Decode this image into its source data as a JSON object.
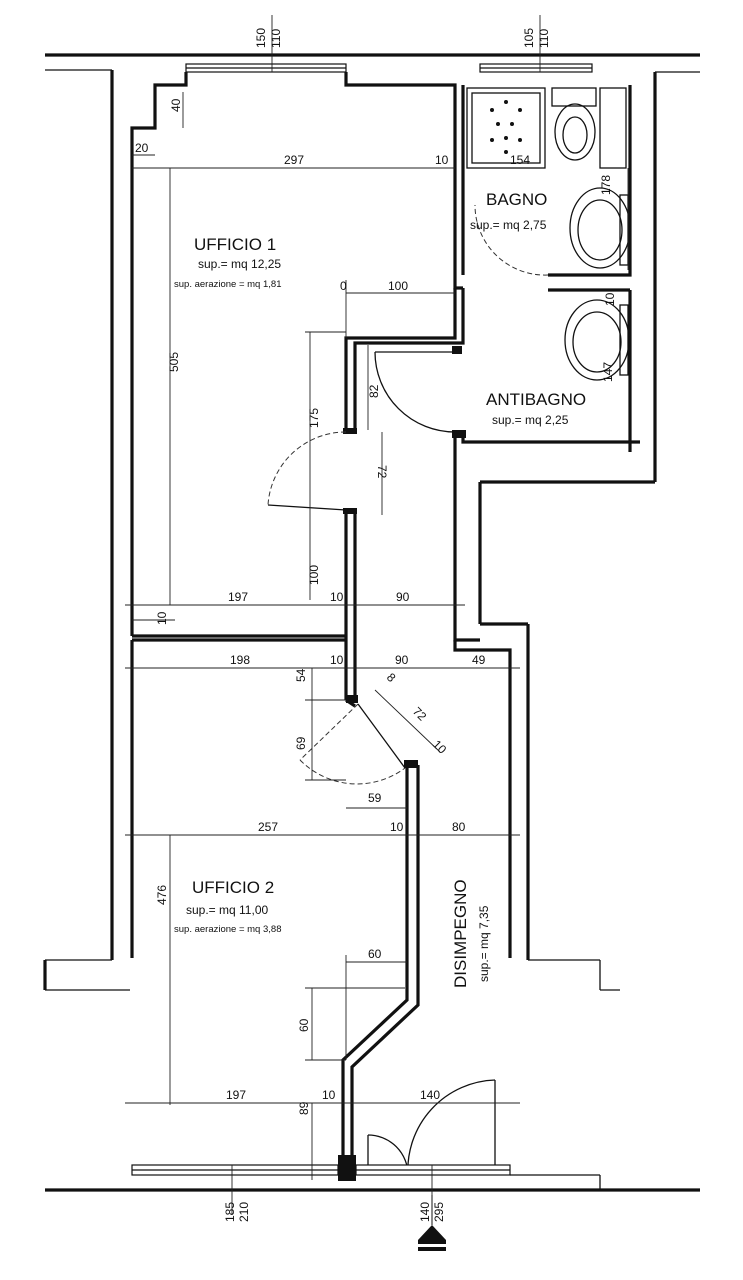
{
  "rooms": {
    "ufficio1": {
      "name": "UFFICIO 1",
      "sup": "sup.= mq 12,25",
      "aer": "sup. aerazione = mq 1,81"
    },
    "ufficio2": {
      "name": "UFFICIO 2",
      "sup": "sup.= mq 11,00",
      "aer": "sup. aerazione = mq  3,88"
    },
    "bagno": {
      "name": "BAGNO",
      "sup": "sup.= mq 2,75"
    },
    "antibagno": {
      "name": "ANTIBAGNO",
      "sup": "sup.= mq 2,25"
    },
    "disimpegno": {
      "name": "DISIMPEGNO",
      "sup": "sup.= mq 7,35"
    }
  },
  "dims": {
    "top_win1_a": "150",
    "top_win1_b": "110",
    "top_win2_a": "105",
    "top_win2_b": "110",
    "d40": "40",
    "d20": "20",
    "d297": "297",
    "d10_top": "10",
    "d154": "154",
    "d178": "178",
    "d505": "505",
    "d0": "0",
    "d100_top": "100",
    "d10_anti": "10",
    "d147": "147",
    "d82": "82",
    "d175": "175",
    "d72_a": "72",
    "d100_left": "100",
    "d197_a": "197",
    "d10_a": "10",
    "d90_a": "90",
    "d10_left": "10",
    "d198": "198",
    "d10_b": "10",
    "d90_b": "90",
    "d49": "49",
    "d54": "54",
    "d8": "8",
    "d72_b": "72",
    "d69": "69",
    "d10_diag": "10",
    "d59": "59",
    "d257": "257",
    "d10_c": "10",
    "d80": "80",
    "d476": "476",
    "d60_h": "60",
    "d60_v": "60",
    "d197_b": "197",
    "d10_d": "10",
    "d140": "140",
    "d89": "89",
    "bot_a": "185",
    "bot_b": "210",
    "bot_c": "140",
    "bot_d": "295"
  }
}
